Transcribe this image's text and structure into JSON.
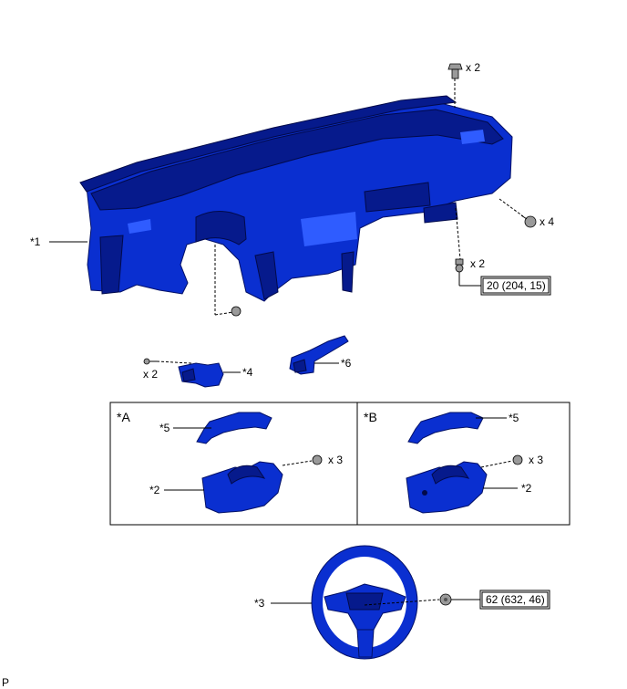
{
  "labels": {
    "dash_panel": "*1",
    "lower_cover_a": "*2",
    "lower_cover_b": "*2",
    "steering_wheel": "*3",
    "switch_left": "*4",
    "upper_cover_a": "*5",
    "upper_cover_b": "*5",
    "switch_right": "*6"
  },
  "panels": {
    "variant_a": "*A",
    "variant_b": "*B"
  },
  "quantities": {
    "top_clip": "x 2",
    "right_bolt": "x 4",
    "lower_bolt": "x 2",
    "switch_screw": "x 2",
    "cover_a_screw": "x 3",
    "cover_b_screw": "x 3"
  },
  "torques": {
    "dash_bolt": "20 (204, 15)",
    "wheel_nut": "62 (632, 46)"
  },
  "footer": {
    "code": "P"
  },
  "colors": {
    "part": "#0a2fd0",
    "part_dark": "#061a8c",
    "fastener": "#9a9a9a"
  }
}
